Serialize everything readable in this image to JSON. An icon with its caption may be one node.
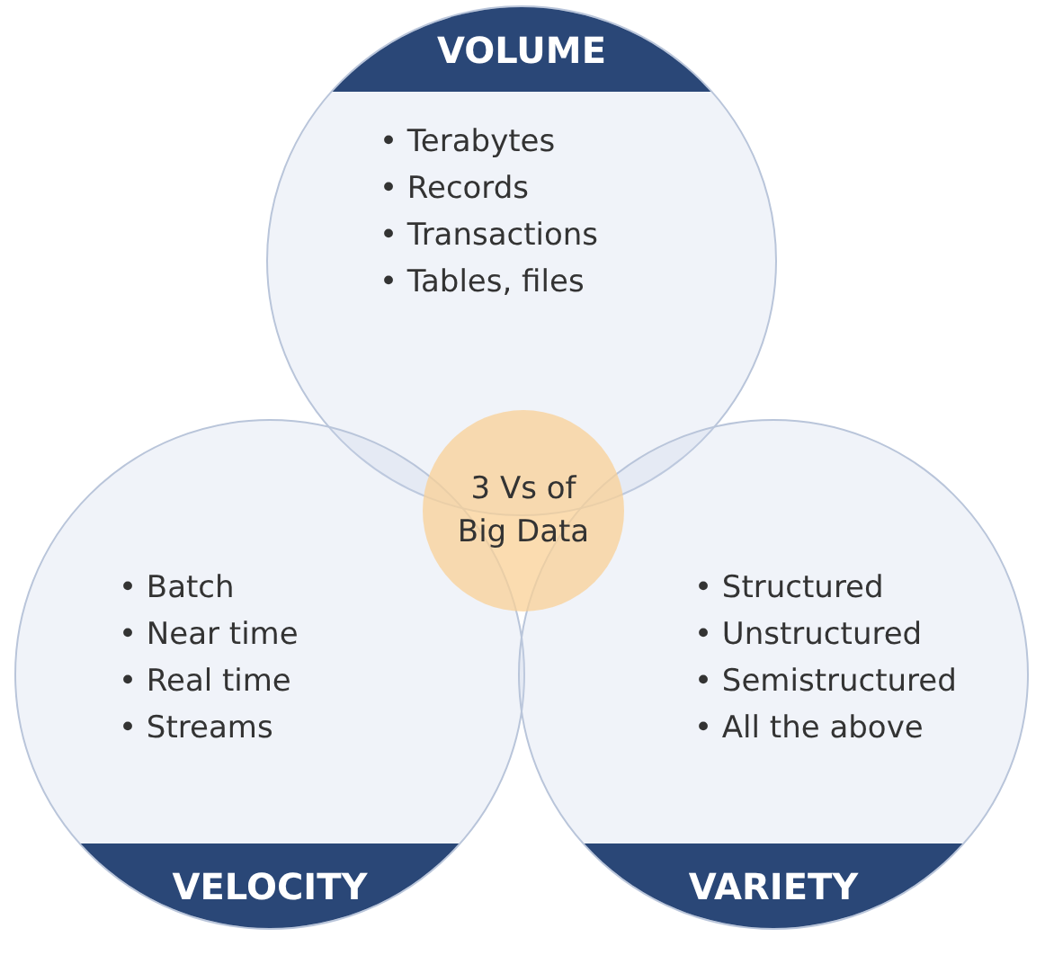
{
  "diagram": {
    "nodes": [
      {
        "text": [
          "VOLUME",
          "• Terabytes",
          "• Records",
          "• Transactions",
          "• Tables, files"
        ]
      },
      {
        "text": [
          "3 Vs of Big Data"
        ]
      },
      {
        "text": [
          "• Batch",
          "• Near time",
          "• Real time",
          "• Streams",
          "VELOCITY"
        ]
      },
      {
        "text": [
          "• Structured",
          "• Unstructured",
          "• Semistructured",
          "• All the above",
          "VARIETY"
        ]
      }
    ]
  }
}
